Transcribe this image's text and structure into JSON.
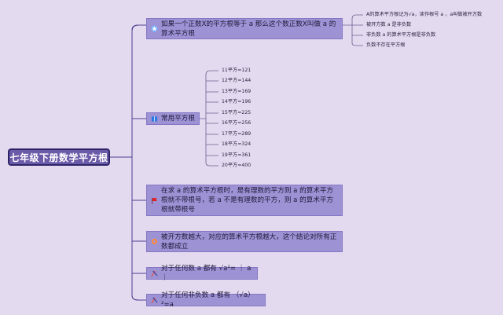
{
  "root": {
    "title": "七年级下册数学平方根"
  },
  "branches": [
    {
      "icon": "star-icon",
      "text": "如果一个正数X的平方根等于 a 那么这个数正数X叫做 a 的算术平方根",
      "children": [
        "A的算术平方根记为√a，读作根号 a ，a叫做被开方数",
        "被开方数 a 是非负数",
        "非负数 a 的算术平方根是非负数",
        "负数不存在平方根"
      ]
    },
    {
      "icon": "book-icon",
      "text": "常用平方根",
      "children": [
        "11平方=121",
        "12平方=144",
        "13平方=169",
        "14平方=196",
        "15平方=225",
        "16平方=256",
        "17平方=289",
        "18平方=324",
        "19平方=361",
        "20平方=400"
      ]
    },
    {
      "icon": "flag-icon",
      "text": "在求 a 的算术平方根时，是有理数的平方则 a 的算术平方根就不带根号，若 a 不是有理数的平方，则 a 的算术平方根就带根号",
      "children": []
    },
    {
      "icon": "gear-icon",
      "text": "被开方数越大，对应的算术平方根越大，这个结论对所有正数都成立",
      "children": []
    },
    {
      "icon": "pencil-ruler-icon",
      "text": "对于任何数 a 都有 √a²= ｜ a ｜",
      "children": []
    },
    {
      "icon": "pencil-ruler-icon",
      "text": "对于任何非负数 a 都有 （√a）²=a",
      "children": []
    }
  ],
  "colors": {
    "background": "#e4daf0",
    "root_fill": "#6a5aa8",
    "root_border": "#2e2568",
    "node_fill": "#9d92d4",
    "connector": "#4b3f8f"
  }
}
